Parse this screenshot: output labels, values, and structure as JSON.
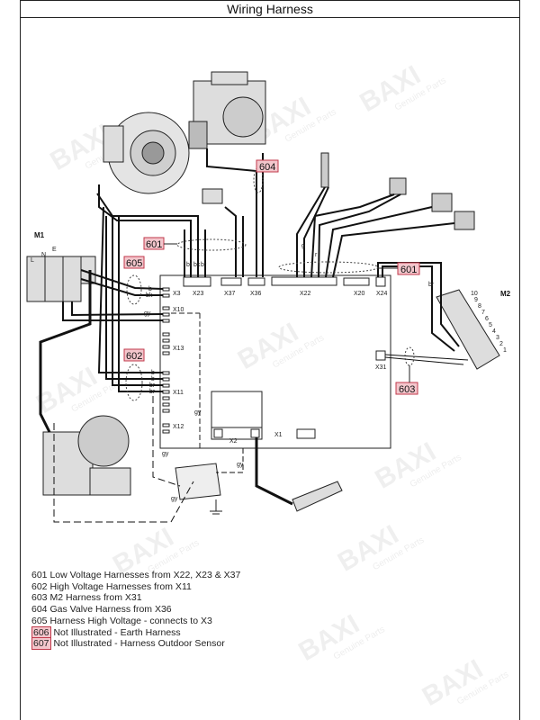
{
  "title": "Wiring Harness",
  "watermark": {
    "brand": "BAXI",
    "tagline": "Genuine Parts"
  },
  "components": {
    "m1": "M1",
    "m1_terminals": [
      "L",
      "N",
      "E"
    ],
    "m2": "M2",
    "m2_terminals": [
      "10",
      "9",
      "8",
      "7",
      "6",
      "5",
      "4",
      "3",
      "2",
      "1"
    ]
  },
  "connectors": {
    "x3": "X3",
    "x23": "X23",
    "x37": "X37",
    "x36": "X36",
    "x22": "X22",
    "x20": "X20",
    "x24": "X24",
    "x10": "X10",
    "x13": "X13",
    "x11": "X11",
    "x12": "X12",
    "x31": "X31",
    "x2": "X2",
    "x1": "X1"
  },
  "wire_labels": {
    "br": "br",
    "bk": "bk",
    "b": "b",
    "gy": "gy",
    "g": "g",
    "r": "r"
  },
  "callouts": {
    "c601a": "601",
    "c601b": "601",
    "c602": "602",
    "c603": "603",
    "c604": "604",
    "c605": "605"
  },
  "highlight_color": "#c0394b",
  "legend": [
    {
      "code": "601",
      "text": "Low Voltage Harnesses from X22, X23 & X37",
      "highlighted": false
    },
    {
      "code": "602",
      "text": "High Voltage Harnesses from X11",
      "highlighted": false
    },
    {
      "code": "603",
      "text": "M2 Harness from X31",
      "highlighted": false
    },
    {
      "code": "604",
      "text": "Gas Valve Harness from X36",
      "highlighted": false
    },
    {
      "code": "605",
      "text": "Harness High Voltage - connects to X3",
      "highlighted": false
    },
    {
      "code": "606",
      "text": "Not Illustrated - Earth Harness",
      "highlighted": true
    },
    {
      "code": "607",
      "text": "Not Illustrated - Harness Outdoor Sensor",
      "highlighted": true
    }
  ]
}
